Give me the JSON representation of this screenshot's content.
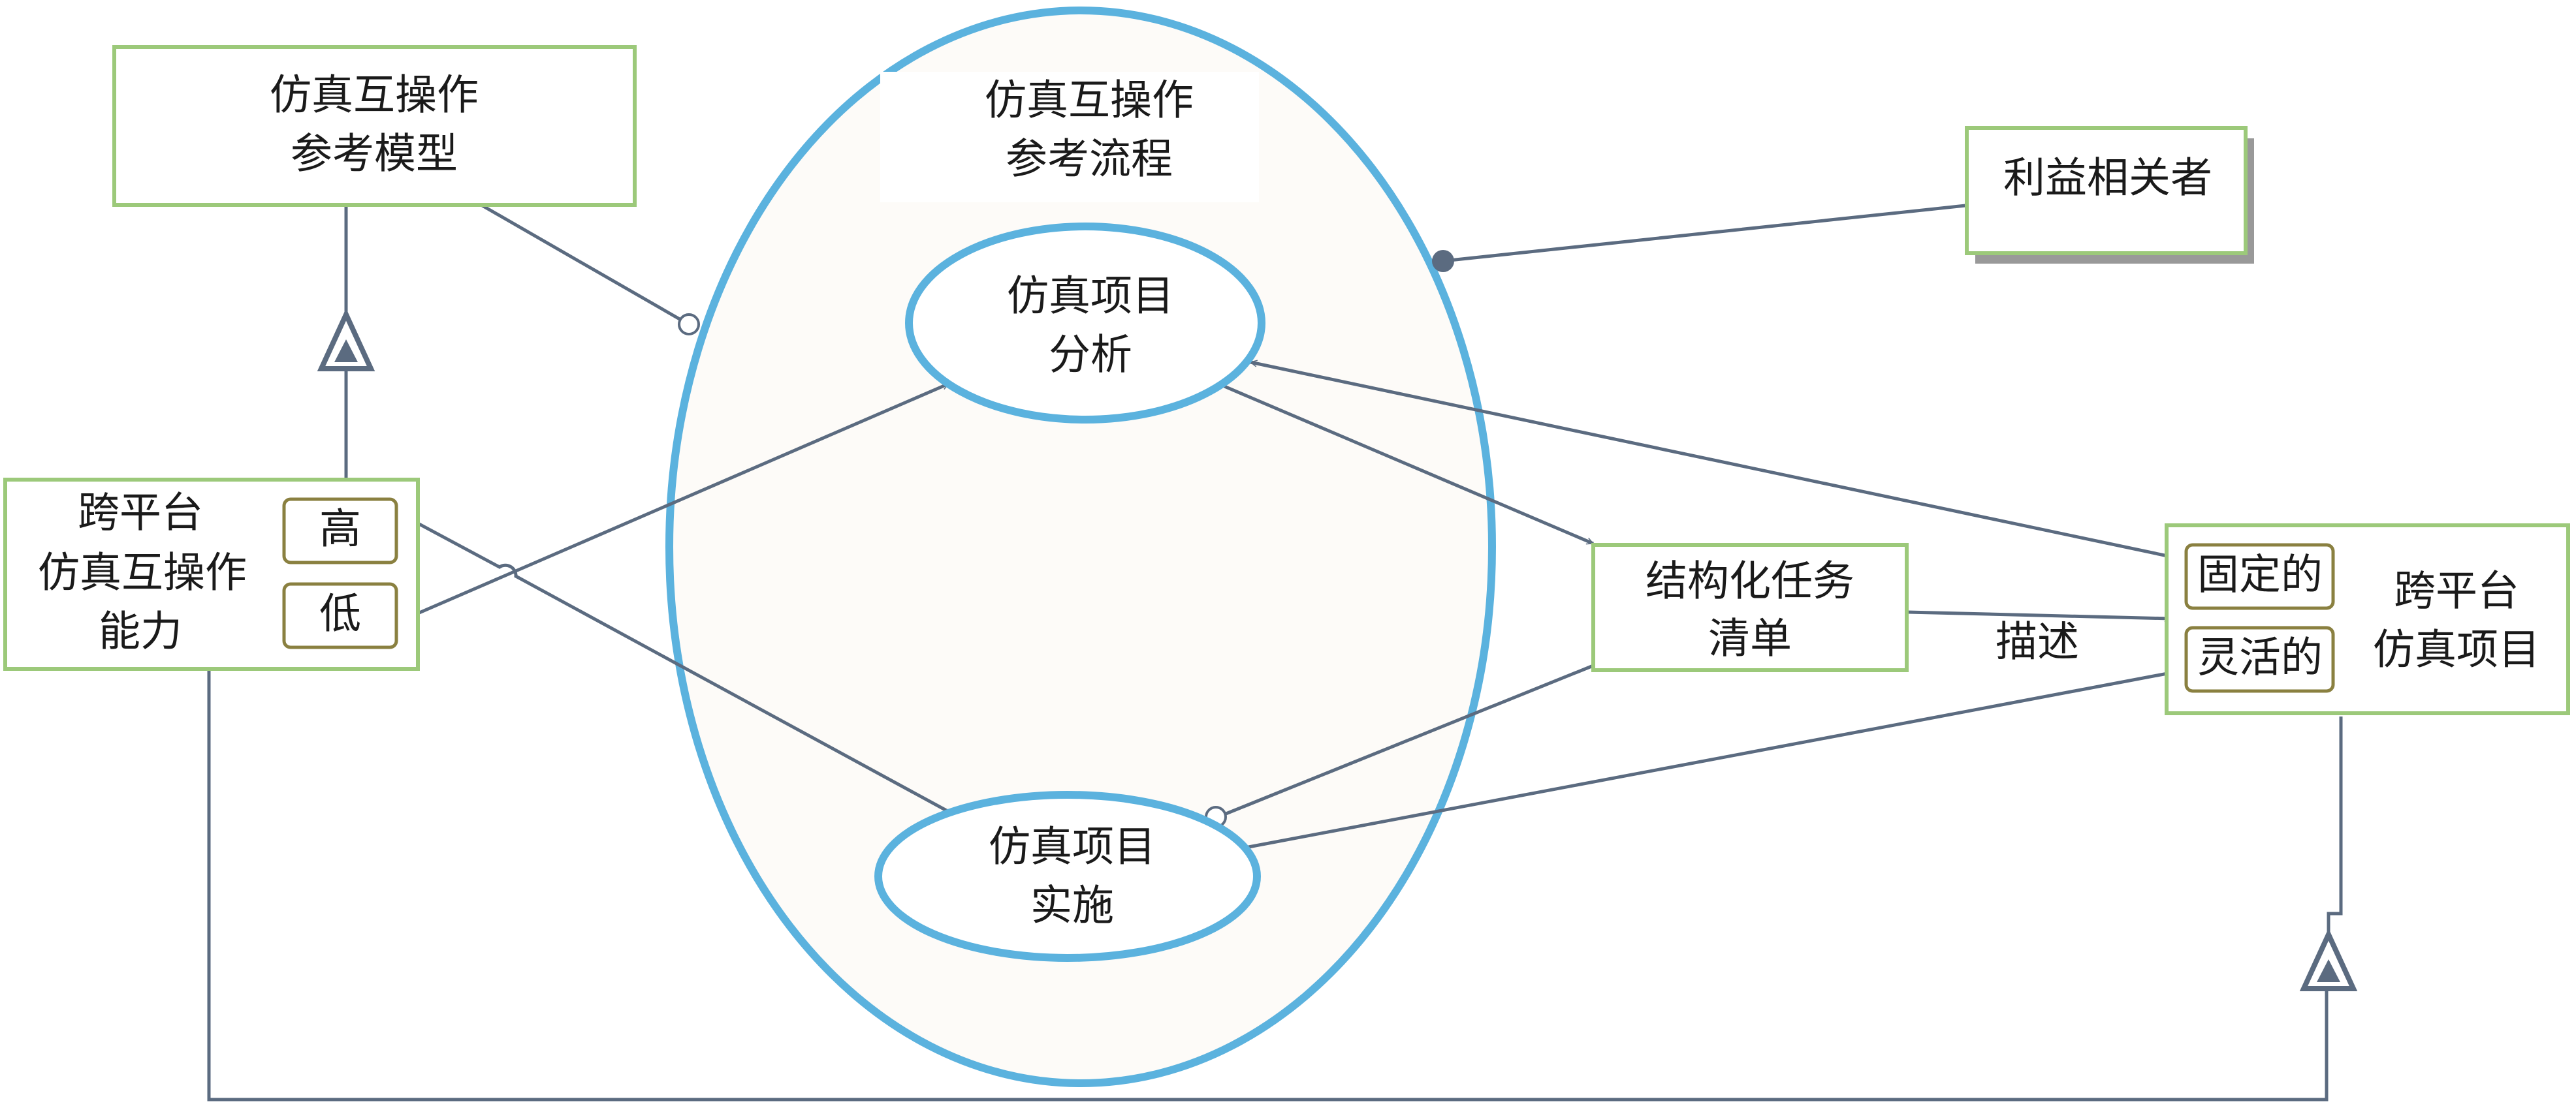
{
  "nodes": {
    "ref_model": [
      "仿真互操作",
      "参考模型"
    ],
    "ref_process": [
      "仿真互操作",
      "参考流程"
    ],
    "stakeholders": "利益相关者",
    "capability": [
      "跨平台",
      "仿真互操作",
      "能力"
    ],
    "level_high": "高",
    "level_low": "低",
    "analysis": [
      "仿真项目",
      "分析"
    ],
    "task_list": [
      "结构化任务",
      "清单"
    ],
    "describe": "描述",
    "fixed": "固定的",
    "flexible": "灵活的",
    "cross_project": [
      "跨平台",
      "仿真项目"
    ],
    "implementation": [
      "仿真项目",
      "实施"
    ]
  },
  "colors": {
    "box_border": "#9cc97a",
    "tag_border": "#8a8040",
    "ellipse_stroke": "#5bb2de",
    "big_ellipse_fill": "#fdfbf8",
    "connector": "#5b6b80"
  }
}
